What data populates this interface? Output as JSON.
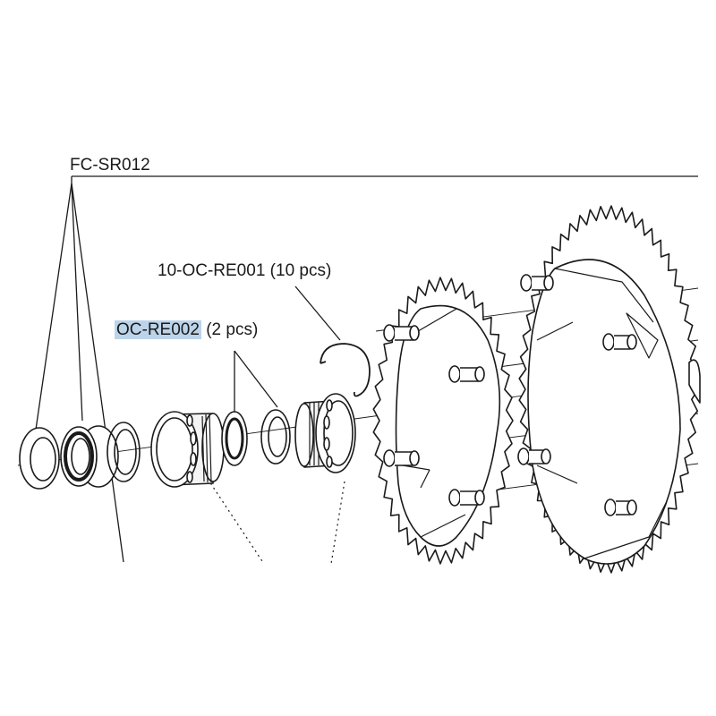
{
  "labels": {
    "kit": "FC-SR012",
    "bolts_code": "10-OC-RE001",
    "bolts_qty": "(10 pcs)",
    "spacer_code": "OC-RE002",
    "spacer_qty": "(2 pcs)"
  },
  "colors": {
    "line": "#1a1a1a",
    "highlight": "#bcd4ea",
    "background": "#ffffff"
  },
  "chainrings": {
    "small_teeth": 39,
    "large_teeth": 53
  }
}
